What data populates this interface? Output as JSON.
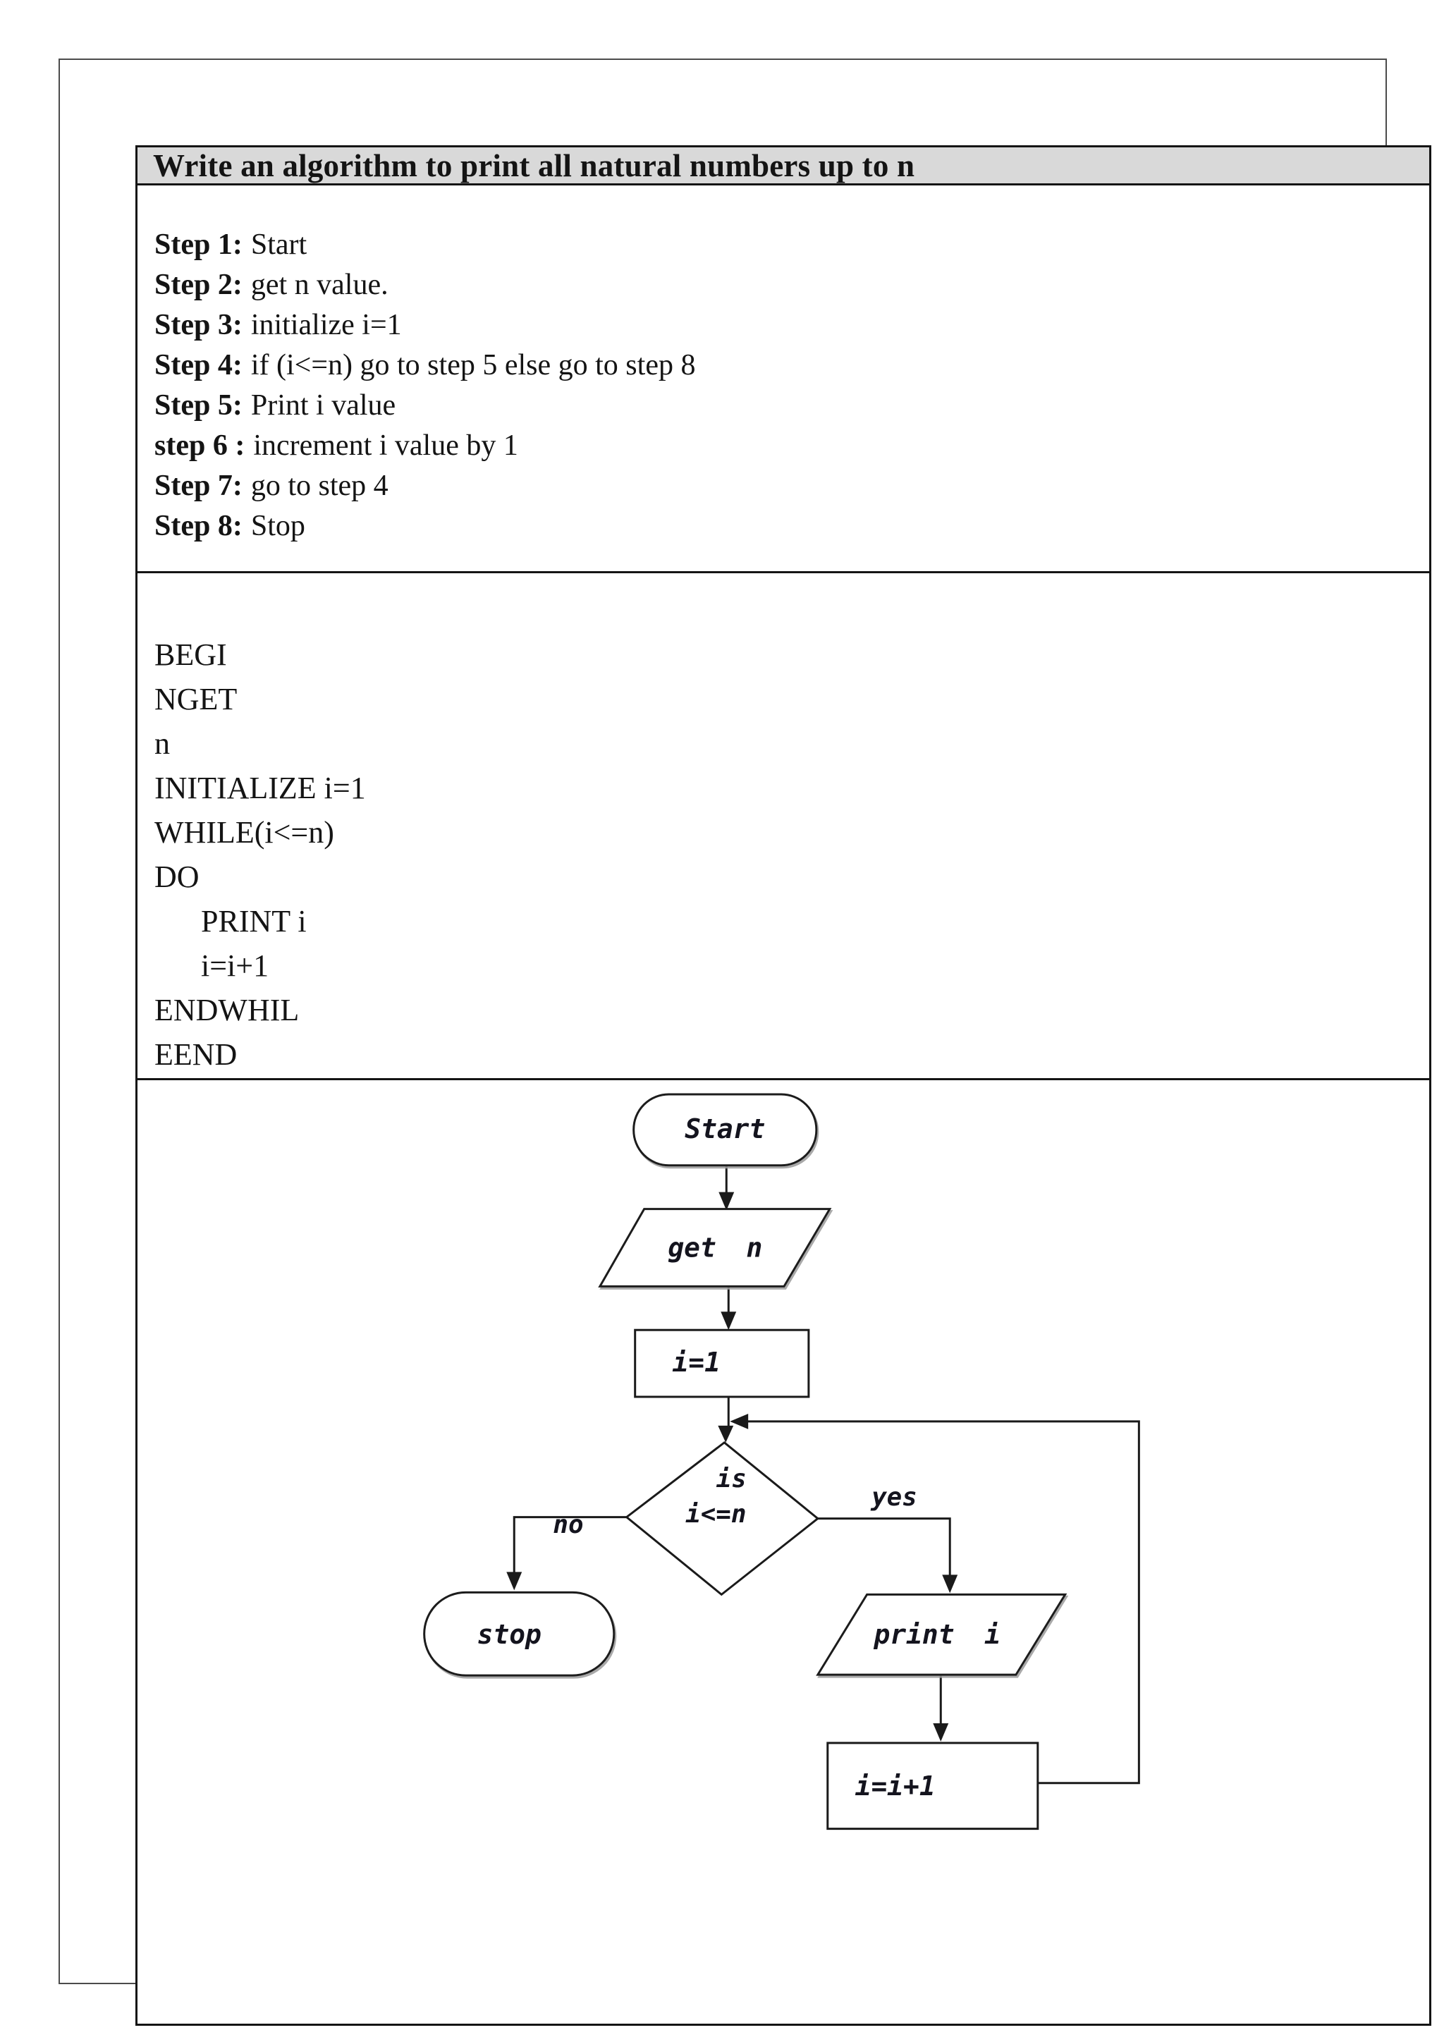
{
  "header": {
    "title": "Write an algorithm to print all natural numbers up to n"
  },
  "steps": {
    "items": [
      {
        "label": "Step 1:",
        "text": "Start"
      },
      {
        "label": "Step 2:",
        "text": "get n value."
      },
      {
        "label": "Step 3:",
        "text": "initialize i=1"
      },
      {
        "label": "Step 4:",
        "text": "if (i<=n) go to step 5 else go to step 8"
      },
      {
        "label": "Step 5:",
        "text": "Print i value"
      },
      {
        "label": "step 6 :",
        "text": "increment i value by 1"
      },
      {
        "label": "Step 7:",
        "text": "go to step 4"
      },
      {
        "label": "Step 8:",
        "text": "Stop"
      }
    ]
  },
  "pseudocode": {
    "lines": [
      "BEGI",
      "NGET",
      "n",
      "INITIALIZE i=1",
      "WHILE(i<=n)",
      "DO",
      "PRINT i",
      "i=i+1",
      "ENDWHIL",
      "EEND"
    ]
  },
  "flowchart": {
    "nodes": {
      "start": "Start",
      "input": "get n",
      "init": "i=1",
      "decision_line1": "is",
      "decision_line2": "i<=n",
      "stop": "stop",
      "output": "print i",
      "increment": "i=i+1"
    },
    "branch_labels": {
      "no": "no",
      "yes": "yes"
    }
  },
  "colors": {
    "header_bg": "#d9d9d9",
    "table_border": "#141414",
    "outer_border": "#4b4b4b",
    "line_ink": "#1a1a1a",
    "flow_label_ink": "#14141e"
  }
}
